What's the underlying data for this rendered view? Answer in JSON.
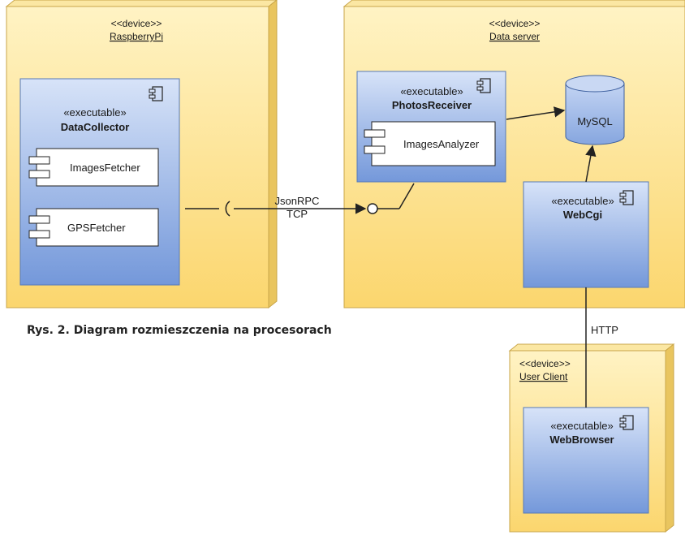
{
  "nodes": {
    "raspberry": {
      "stereotype": "<<device>>",
      "name": "RaspberryPi"
    },
    "dataserver": {
      "stereotype": "<<device>>",
      "name": "Data server"
    },
    "userclient": {
      "stereotype": "<<device>>",
      "name": "User Client"
    }
  },
  "components": {
    "datacollector": {
      "stereotype": "«executable»",
      "name": "DataCollector"
    },
    "photosreceiver": {
      "stereotype": "«executable»",
      "name": "PhotosReceiver"
    },
    "webcgi": {
      "stereotype": "«executable»",
      "name": "WebCgi"
    },
    "webbrowser": {
      "stereotype": "«executable»",
      "name": "WebBrowser"
    }
  },
  "subcomponents": {
    "imagesfetcher": "ImagesFetcher",
    "gpsfetcher": "GPSFetcher",
    "imagesanalyzer": "ImagesAnalyzer"
  },
  "database": {
    "name": "MySQL"
  },
  "connections": {
    "jsonrpc_line1": "JsonRPC",
    "jsonrpc_line2": "TCP",
    "http": "HTTP"
  },
  "caption": "Rys. 2. Diagram rozmieszczenia na procesorach",
  "colors": {
    "node_fill": "#fde79a",
    "node_dark": "#e8c45c",
    "component_top": "#c9d8f3",
    "component_bottom": "#7096d8",
    "line": "#222222"
  }
}
